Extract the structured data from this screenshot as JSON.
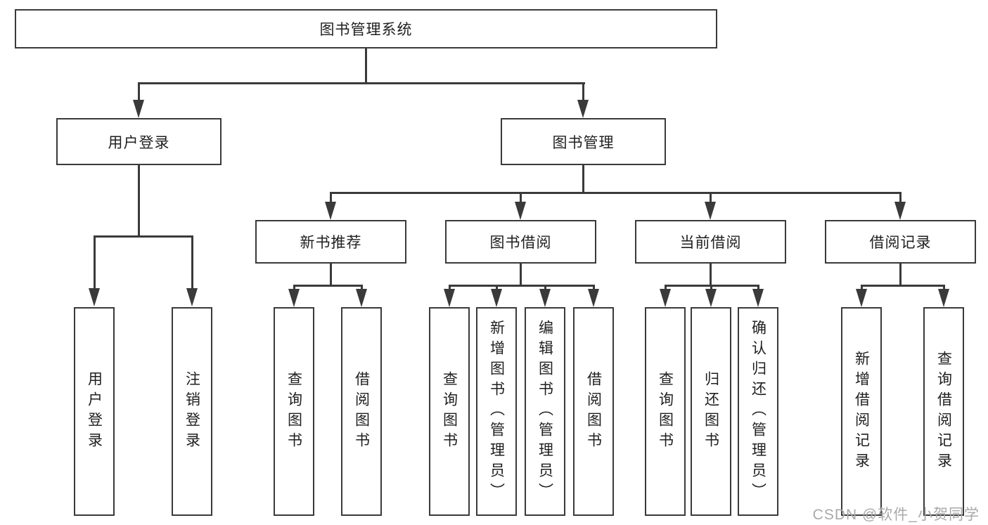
{
  "diagram": {
    "root": {
      "label": "图书管理系统"
    },
    "user_login": {
      "label": "用户登录",
      "children": [
        {
          "label": "用户登录"
        },
        {
          "label": "注销登录"
        }
      ]
    },
    "book_mgmt": {
      "label": "图书管理",
      "groups": [
        {
          "label": "新书推荐",
          "children": [
            {
              "label": "查询图书"
            },
            {
              "label": "借阅图书"
            }
          ]
        },
        {
          "label": "图书借阅",
          "children": [
            {
              "label": "查询图书"
            },
            {
              "label": "新增图书（管理员）"
            },
            {
              "label": "编辑图书（管理员）"
            },
            {
              "label": "借阅图书"
            }
          ]
        },
        {
          "label": "当前借阅",
          "children": [
            {
              "label": "查询图书"
            },
            {
              "label": "归还图书"
            },
            {
              "label": "确认归还（管理员）"
            }
          ]
        },
        {
          "label": "借阅记录",
          "children": [
            {
              "label": "新增借阅记录"
            },
            {
              "label": "查询借阅记录"
            }
          ]
        }
      ]
    }
  },
  "watermark": {
    "text": "CSDN @软件_小贺同学"
  },
  "colors": {
    "line": "#3a3a3a",
    "text": "#1f1f1f",
    "watermark": "#a9a9a9",
    "background": "#ffffff"
  }
}
